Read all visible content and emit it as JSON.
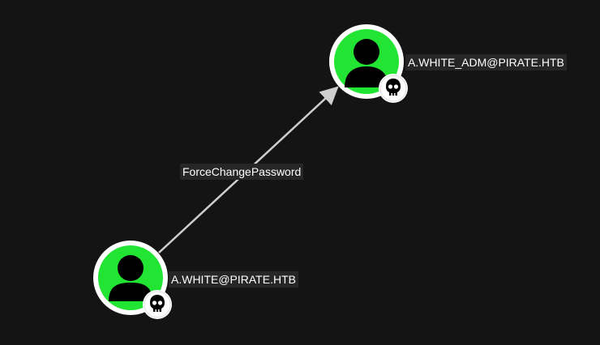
{
  "graph": {
    "nodes": [
      {
        "id": "target",
        "label": "A.WHITE_ADM@PIRATE.HTB",
        "icon": "user-icon",
        "badge_icon": "skull-icon",
        "fill_color": "#22e433",
        "ring_color": "#ffffff"
      },
      {
        "id": "source",
        "label": "A.WHITE@PIRATE.HTB",
        "icon": "user-icon",
        "badge_icon": "skull-icon",
        "fill_color": "#22e433",
        "ring_color": "#ffffff"
      }
    ],
    "edges": [
      {
        "from": "source",
        "to": "target",
        "label": "ForceChangePassword",
        "color": "#cfcfcf"
      }
    ]
  },
  "colors": {
    "background": "#141414",
    "label_background": "#262626",
    "label_text": "#ffffff"
  }
}
